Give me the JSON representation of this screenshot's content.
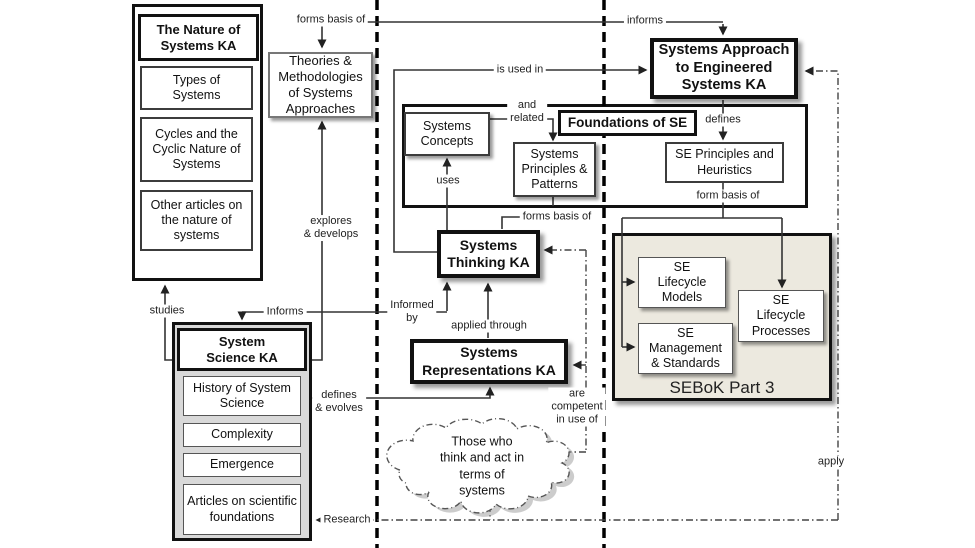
{
  "nodes": {
    "nature": {
      "title": "The Nature of Systems KA",
      "items": [
        "Types of Systems",
        "Cycles and the Cyclic Nature of Systems",
        "Other articles on the nature of systems"
      ]
    },
    "theories": {
      "label": "Theories & Methodologies of Systems Approaches"
    },
    "science": {
      "title": "System Science KA",
      "items": [
        "History of System Science",
        "Complexity",
        "Emergence",
        "Articles on scientific foundations"
      ]
    },
    "concepts": {
      "label": "Systems Concepts"
    },
    "foundations_header": {
      "label": "Foundations of SE"
    },
    "principles": {
      "label": "Systems Principles & Patterns"
    },
    "se_principles": {
      "label": "SE Principles and Heuristics"
    },
    "approach": {
      "label": "Systems Approach to Engineered Systems KA"
    },
    "thinking": {
      "label": "Systems Thinking KA"
    },
    "representations": {
      "label": "Systems Representations KA"
    },
    "lifecycle_models": {
      "label": "SE Lifecycle Models"
    },
    "management_standards": {
      "label": "SE Management & Standards"
    },
    "lifecycle_processes": {
      "label": "SE Lifecycle Processes"
    },
    "sebok_part3": {
      "label": "SEBoK Part 3"
    },
    "cloud": {
      "label": "Those who\nthink and act in\nterms of\nsystems"
    }
  },
  "edges": {
    "forms_basis_of_top": "forms basis of",
    "informs_top": "informs",
    "is_used_in": "is used in",
    "and_related": "and\nrelated",
    "defines": "defines",
    "uses": "uses",
    "form_basis_of": "form basis of",
    "forms_basis_of_mid": "forms basis of",
    "explores_develops": "explores\n& develops",
    "studies": "studies",
    "informs_mid": "Informs",
    "informed_by": "Informed\nby",
    "applied_through": "applied through",
    "defines_evolves": "defines\n& evolves",
    "are_competent": "are\ncompetent\nin use of",
    "research": "Research",
    "apply": "apply"
  },
  "colors": {
    "line": "#333333",
    "box_border": "#111111",
    "science_fill": "#d9d9d9",
    "sebok_fill": "#ece9df"
  }
}
